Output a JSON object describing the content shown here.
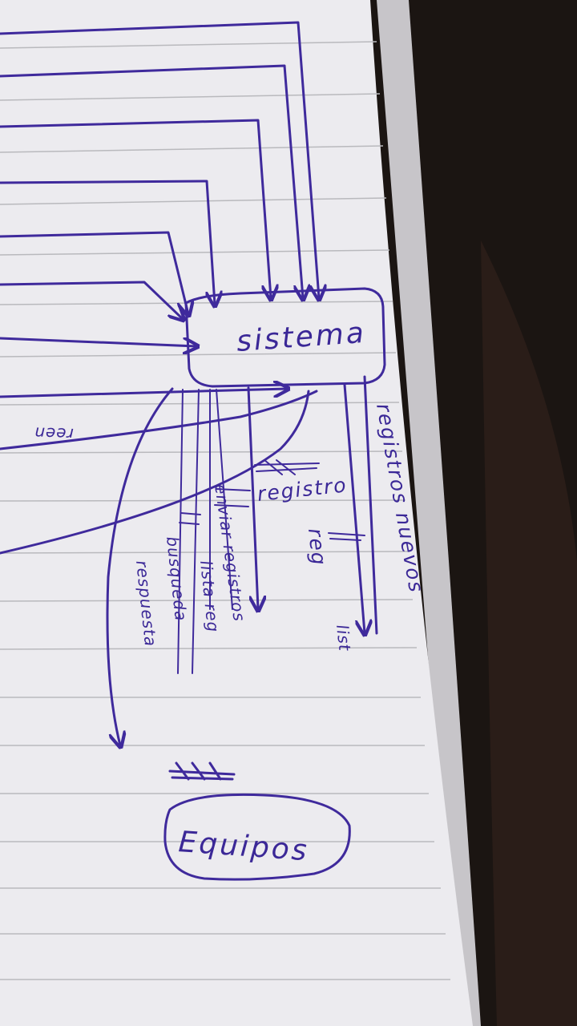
{
  "photo": {
    "colors": {
      "paper": "#ecebef",
      "ink": "#3f2a9c",
      "rule_lines": "#b9b9bd",
      "background": "#1b1512"
    }
  },
  "handwriting": {
    "process_label": "sistema",
    "flow_labels": [
      "registros nuevos",
      "registro",
      "reg",
      "list",
      "enviar registros",
      "lista reg",
      "busqueda",
      "respuesta"
    ],
    "partial_left_label": "reen",
    "entity_label": "Equipos"
  }
}
